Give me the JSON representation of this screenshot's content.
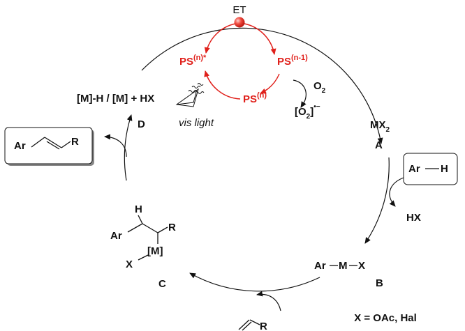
{
  "photocycle": {
    "et": "ET",
    "ps_excited": {
      "base": "PS",
      "sup": "(n)*"
    },
    "ps_reduced": {
      "base": "PS",
      "sup": "(n-1)"
    },
    "ps_ground": {
      "base": "PS",
      "sup": "(n)"
    },
    "oxygen": {
      "base": "O",
      "sub": "2"
    },
    "superoxide": {
      "pre": "[O",
      "sub": "2",
      "post": "]",
      "sup": "•−"
    },
    "light": "vis light"
  },
  "main_cycle": {
    "d_species": "[M]-H / [M] + HX",
    "d_label": "D",
    "a_species": {
      "base": "MX",
      "sub": "2"
    },
    "a_label": "A",
    "arene": {
      "ar": "Ar",
      "h": "H"
    },
    "hx_release": "HX",
    "b_species": {
      "ar": "Ar",
      "m": "M",
      "x": "X"
    },
    "b_label": "B",
    "c_label": "C",
    "c_structure": {
      "h": "H",
      "ar": "Ar",
      "r": "R",
      "m": "[M]",
      "x": "X"
    },
    "alkene_r": "R",
    "product": {
      "ar": "Ar",
      "r": "R"
    },
    "legend": "X = OAc, Hal"
  },
  "colors": {
    "photo": "#e0201b",
    "ink": "#111111"
  }
}
